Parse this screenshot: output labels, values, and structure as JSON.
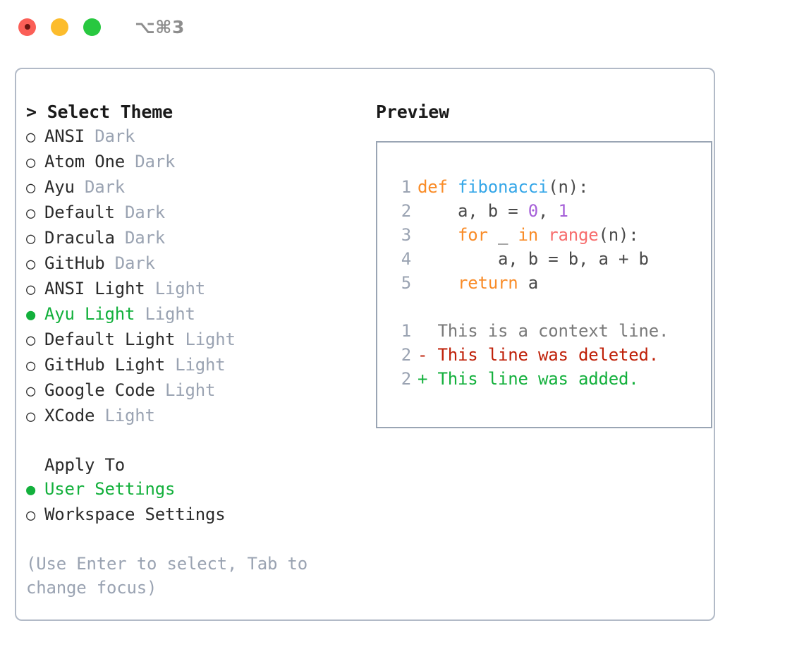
{
  "titlebar": {
    "shortcut": "⌥⌘3",
    "buttons": {
      "close": "close",
      "minimize": "minimize",
      "maximize": "maximize"
    }
  },
  "colors": {
    "accent_green": "#13B03C",
    "badge_gray": "#9AA3B2",
    "keyword_orange": "#F98C28",
    "function_blue": "#36A7E8",
    "number_purple": "#A55FD8",
    "builtin_red": "#F76D6D",
    "diff_delete": "#BF2008",
    "diff_add": "#13B03C",
    "border": "#b2bac7"
  },
  "theme_picker": {
    "heading": "> Select Theme",
    "options": [
      {
        "bullet": "○",
        "label": "ANSI",
        "badge": "Dark",
        "selected": false
      },
      {
        "bullet": "○",
        "label": "Atom One",
        "badge": "Dark",
        "selected": false
      },
      {
        "bullet": "○",
        "label": "Ayu",
        "badge": "Dark",
        "selected": false
      },
      {
        "bullet": "○",
        "label": "Default",
        "badge": "Dark",
        "selected": false
      },
      {
        "bullet": "○",
        "label": "Dracula",
        "badge": "Dark",
        "selected": false
      },
      {
        "bullet": "○",
        "label": "GitHub",
        "badge": "Dark",
        "selected": false
      },
      {
        "bullet": "○",
        "label": "ANSI Light",
        "badge": "Light",
        "selected": false
      },
      {
        "bullet": "●",
        "label": "Ayu Light",
        "badge": "Light",
        "selected": true
      },
      {
        "bullet": "○",
        "label": "Default Light",
        "badge": "Light",
        "selected": false
      },
      {
        "bullet": "○",
        "label": "GitHub Light",
        "badge": "Light",
        "selected": false
      },
      {
        "bullet": "○",
        "label": "Google Code",
        "badge": "Light",
        "selected": false
      },
      {
        "bullet": "○",
        "label": "XCode",
        "badge": "Light",
        "selected": false
      }
    ]
  },
  "apply_to": {
    "heading": "Apply To",
    "options": [
      {
        "bullet": "●",
        "label": "User Settings",
        "selected": true
      },
      {
        "bullet": "○",
        "label": "Workspace Settings",
        "selected": false
      }
    ]
  },
  "hint": "(Use Enter to select, Tab to change focus)",
  "preview": {
    "title": "Preview",
    "code_lines": [
      {
        "num": "1",
        "tokens": [
          {
            "t": "def",
            "c": "kw"
          },
          {
            "t": " ",
            "c": "txt"
          },
          {
            "t": "fibonacci",
            "c": "fn"
          },
          {
            "t": "(n):",
            "c": "txt"
          }
        ]
      },
      {
        "num": "2",
        "tokens": [
          {
            "t": "    a, b = ",
            "c": "txt"
          },
          {
            "t": "0",
            "c": "num"
          },
          {
            "t": ", ",
            "c": "txt"
          },
          {
            "t": "1",
            "c": "num"
          }
        ]
      },
      {
        "num": "3",
        "tokens": [
          {
            "t": "    ",
            "c": "txt"
          },
          {
            "t": "for",
            "c": "kw"
          },
          {
            "t": " _ ",
            "c": "txt"
          },
          {
            "t": "in",
            "c": "kw"
          },
          {
            "t": " ",
            "c": "txt"
          },
          {
            "t": "range",
            "c": "bi"
          },
          {
            "t": "(n):",
            "c": "txt"
          }
        ]
      },
      {
        "num": "4",
        "tokens": [
          {
            "t": "        a, b = b, a + b",
            "c": "txt"
          }
        ]
      },
      {
        "num": "5",
        "tokens": [
          {
            "t": "    ",
            "c": "txt"
          },
          {
            "t": "return",
            "c": "kw"
          },
          {
            "t": " a",
            "c": "txt"
          }
        ]
      }
    ],
    "diff_lines": [
      {
        "num": "1",
        "marker": "  ",
        "text": "This is a context line.",
        "kind": "ctx"
      },
      {
        "num": "2",
        "marker": "- ",
        "text": "This line was deleted.",
        "kind": "del"
      },
      {
        "num": "2",
        "marker": "+ ",
        "text": "This line was added.",
        "kind": "add"
      }
    ]
  }
}
